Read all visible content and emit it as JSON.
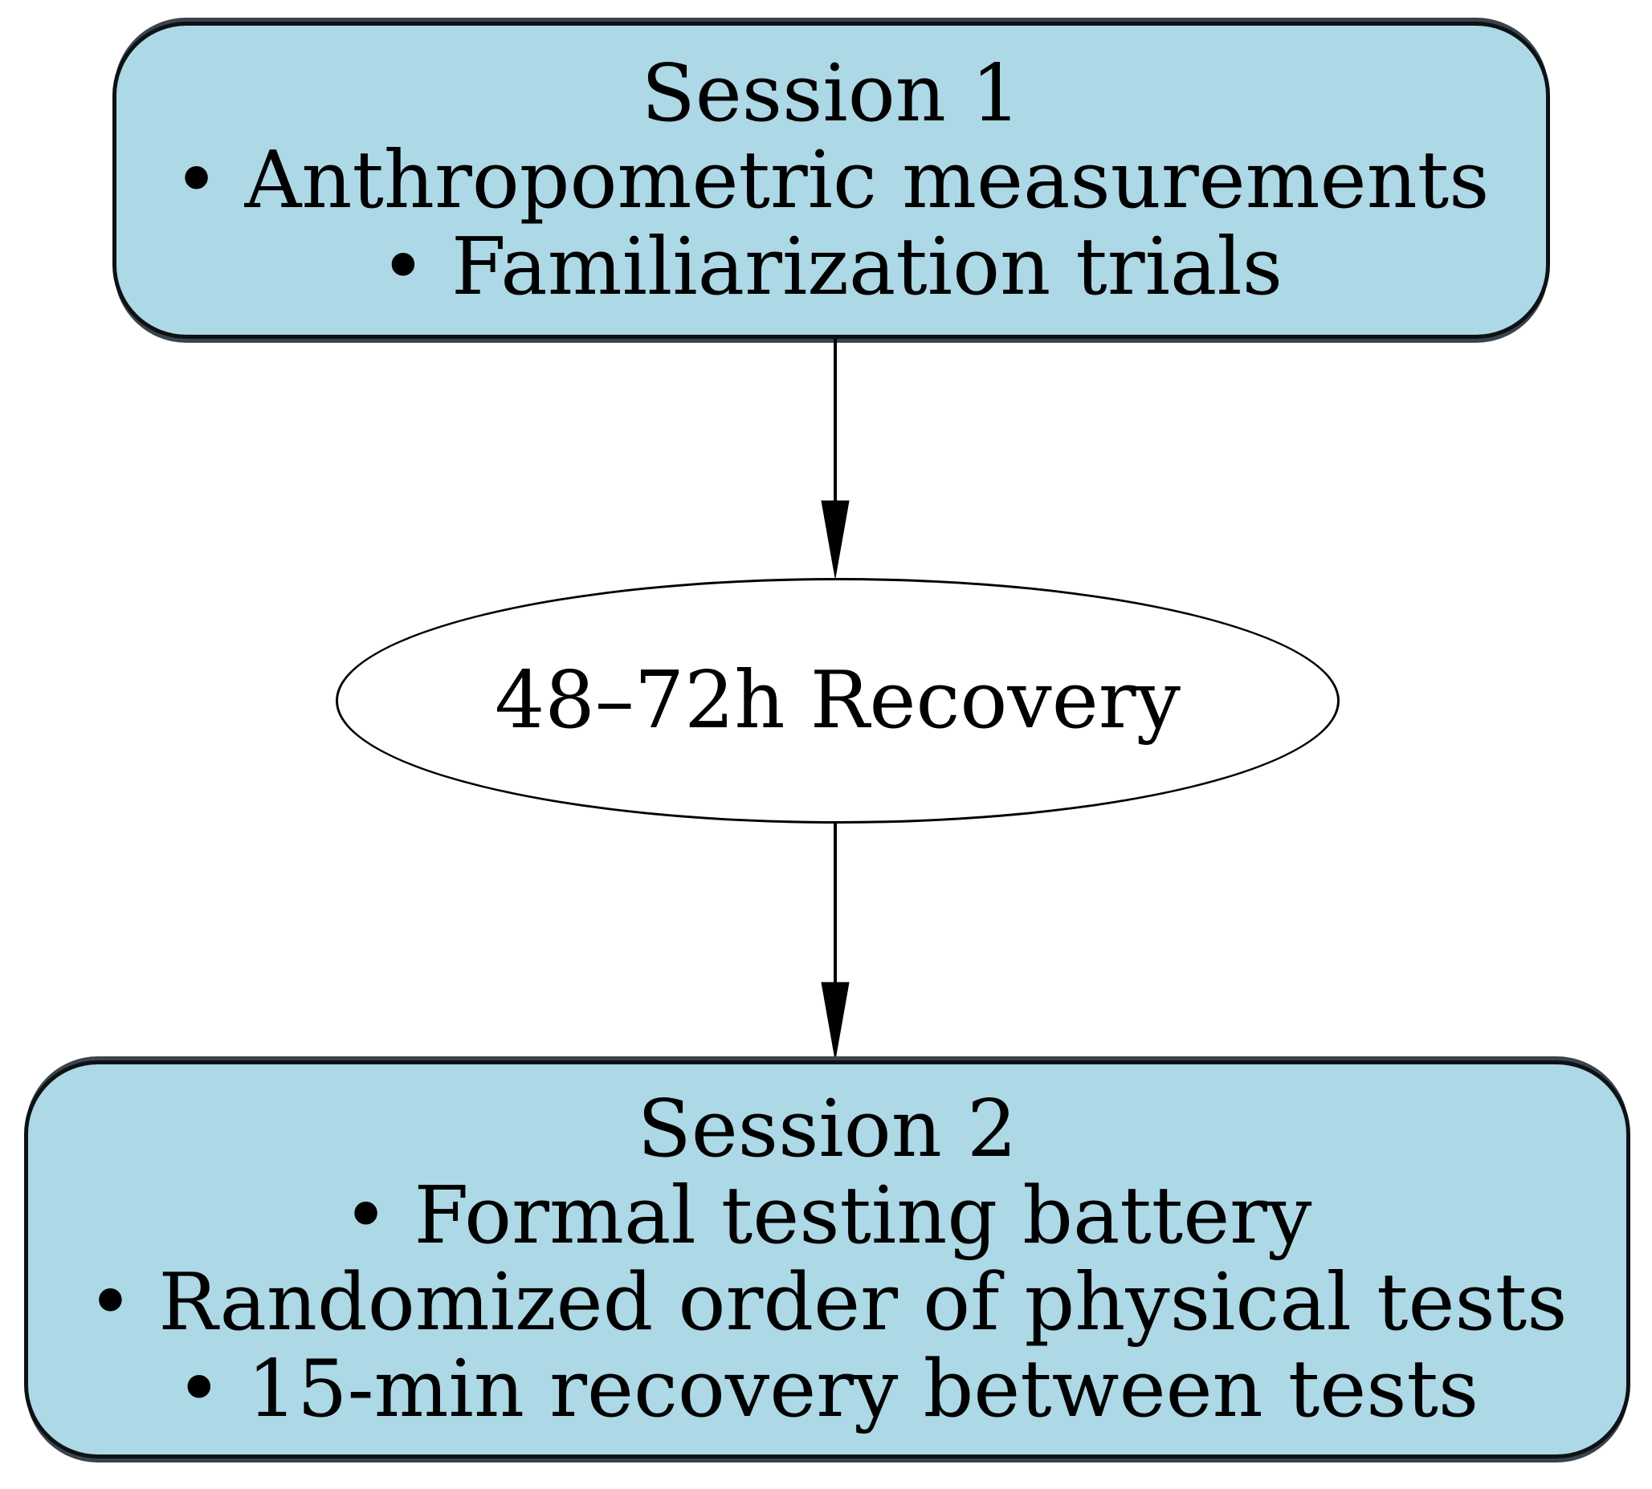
{
  "colors": {
    "background": "#ffffff",
    "node-fill": "#ADD8E6",
    "node-border": "#0d1114",
    "band": "#3a444c",
    "ellipse-fill": "#ffffff",
    "arrow": "#000000",
    "text": "#000000"
  },
  "nodes": {
    "session1": {
      "title": "Session 1",
      "bullets": [
        "• Anthropometric measurements",
        "• Familiarization trials"
      ]
    },
    "recovery": {
      "label": "48–72h Recovery"
    },
    "session2": {
      "title": "Session 2",
      "bullets": [
        "• Formal testing battery",
        "• Randomized order of physical tests",
        "• 15-min recovery between tests"
      ]
    }
  }
}
